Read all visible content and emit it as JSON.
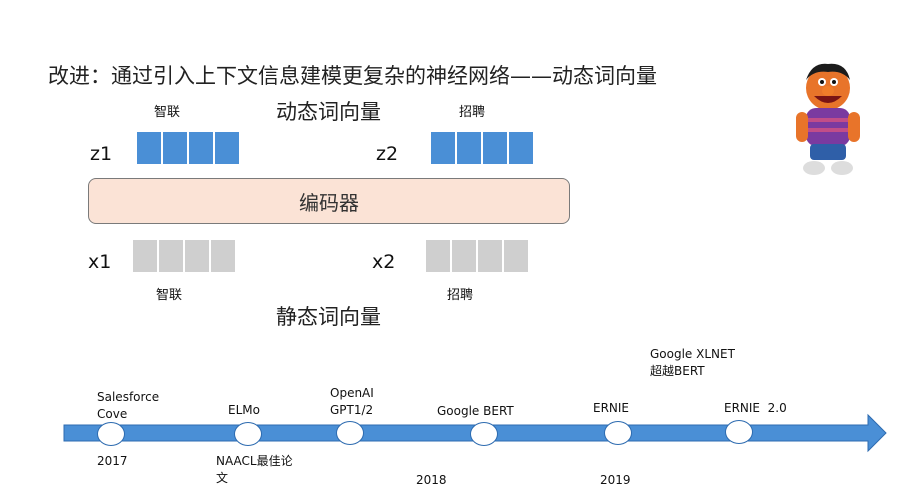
{
  "title": "改进：通过引入上下文信息建模更复杂的神经网络——动态词向量",
  "dynamic_label": "动态词向量",
  "static_label": "静态词向量",
  "encoder_label": "编码器",
  "word1": "智联",
  "word2": "招聘",
  "z1": "z1",
  "z2": "z2",
  "x1": "x1",
  "x2": "x2",
  "colors": {
    "blue_cell": "#4a8fd6",
    "gray_cell": "#cfcfcf",
    "encoder_fill": "#fbe3d6",
    "arrow": "#4a8fd6"
  },
  "mascot_icon": "muppet-character-icon",
  "timeline": {
    "events": [
      {
        "label": "Salesforce Cove",
        "year": "2017"
      },
      {
        "label": "ELMo",
        "below": "NAACL最佳论文"
      },
      {
        "label": "OpenAI GPT1/2"
      },
      {
        "label": "Google BERT",
        "year": "2018"
      },
      {
        "label": "ERNIE",
        "year": "2019"
      },
      {
        "label": "ERNIE  2.0"
      }
    ],
    "xlnet_note": "Google XLNET 超越BERT"
  }
}
